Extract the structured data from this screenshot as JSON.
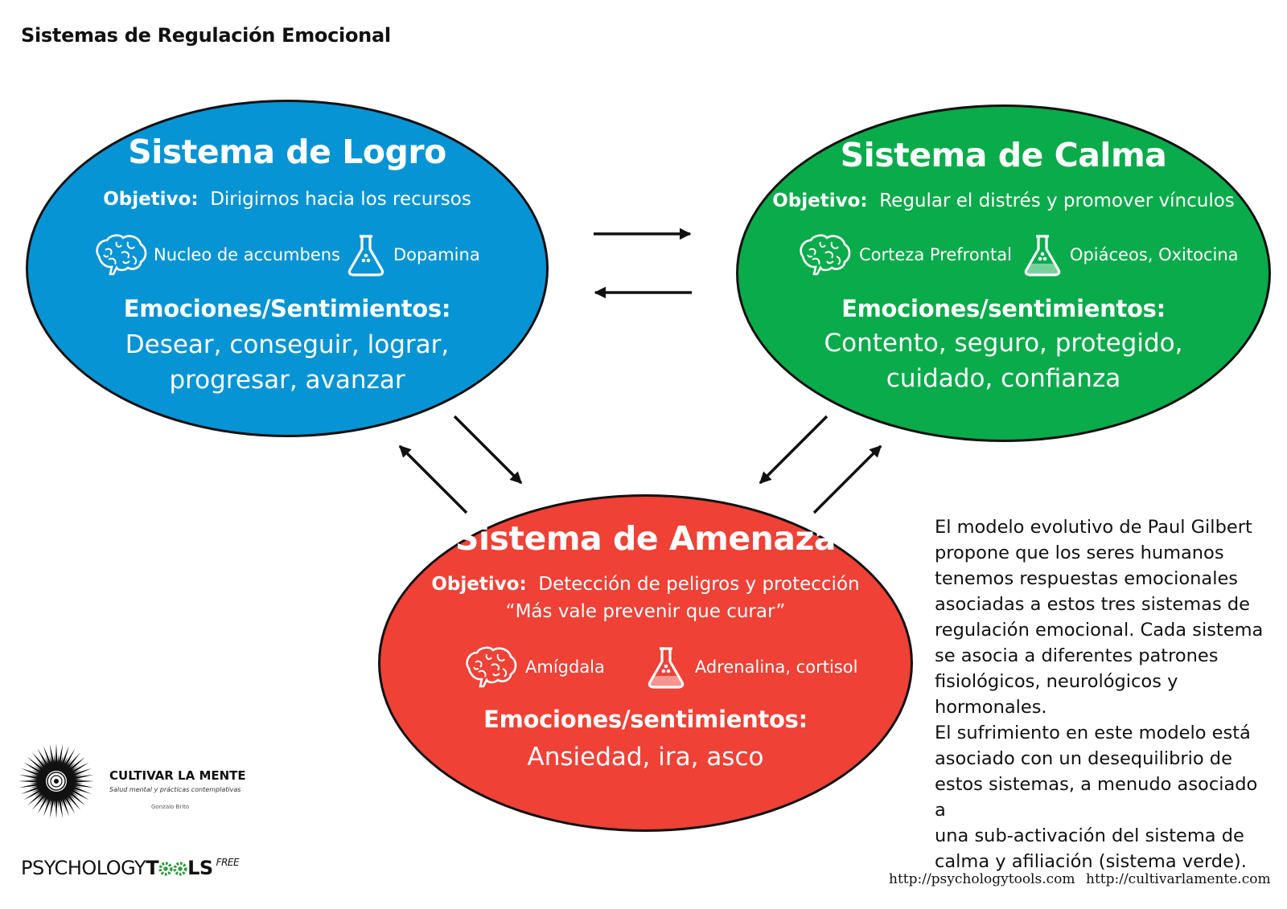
{
  "title": "Sistemas de Regulación Emocional",
  "colors": {
    "blue": "#0794d4",
    "green": "#0aab4a",
    "red": "#ef4136",
    "outline": "#111111"
  },
  "systems": {
    "logro": {
      "title": "Sistema de Logro",
      "objective_label": "Objetivo:",
      "objective": "Dirigirnos hacia los recursos",
      "brain_icon": "brain-icon",
      "brain": "Nucleo de accumbens",
      "flask_icon": "flask-icon",
      "chemical": "Dopamina",
      "emotions_label": "Emociones/Sentimientos:",
      "emotions_line1": "Desear, conseguir, lograr,",
      "emotions_line2": "progresar, avanzar"
    },
    "calma": {
      "title": "Sistema de Calma",
      "objective_label": "Objetivo:",
      "objective": "Regular el distrés y promover vínculos",
      "brain_icon": "brain-icon",
      "brain": "Corteza Prefrontal",
      "flask_icon": "flask-icon",
      "chemical": "Opiáceos, Oxitocina",
      "emotions_label": "Emociones/sentimientos:",
      "emotions_line1": "Contento, seguro, protegido,",
      "emotions_line2": "cuidado, confianza"
    },
    "amenaza": {
      "title": "Sistema de Amenaza",
      "objective_label": "Objetivo:",
      "objective": "Detección de peligros y protección",
      "quote": "“Más vale prevenir que curar”",
      "brain_icon": "brain-icon",
      "brain": "Amígdala",
      "flask_icon": "flask-icon",
      "chemical": "Adrenalina, cortisol",
      "emotions_label": "Emociones/sentimientos:",
      "emotions_line1": "Ansiedad, ira, asco"
    }
  },
  "explanation": "El modelo evolutivo de Paul Gilbert\npropone que los seres humanos\ntenemos respuestas emocionales\nasociadas a estos tres sistemas de\nregulación emocional. Cada sistema\nse asocia a diferentes patrones\nfisiológicos, neurológicos y\nhormonales.\nEl sufrimiento en este modelo está\nasociado con un desequilibrio de\nestos sistemas, a menudo asociado a\nuna sub-activación del sistema de\ncalma y afiliación (sistema verde).",
  "footer": {
    "brand": "CULTIVAR LA MENTE",
    "brand_tagline": "Salud mental y prácticas contemplativas",
    "brand_author": "Gonzalo Brito",
    "brand_logo_icon": "sunburst-logo-icon",
    "pt_prefix": "PSYCHOLOGY",
    "pt_bold1": "T",
    "pt_bold2": "LS",
    "pt_gear_icon": "gear-icon",
    "pt_free": "FREE",
    "url1": "http://psychologytools.com",
    "url2": "http://cultivarlamente.com"
  }
}
